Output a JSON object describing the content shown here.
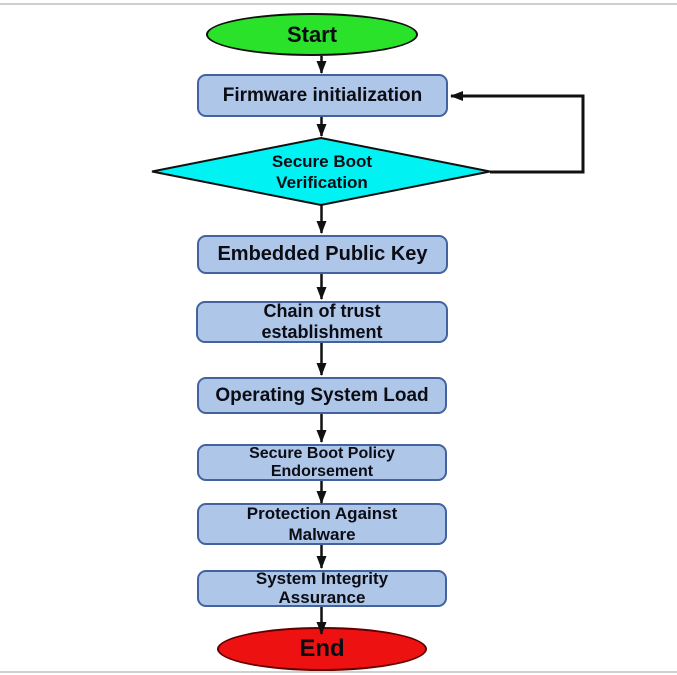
{
  "colors": {
    "background": "#ffffff",
    "frame_line": "#cfcfcf",
    "line": "#111111",
    "text": "#0c0c14",
    "process_fill": "#aec6e8",
    "process_border": "#44639e",
    "start_fill": "#2be22b",
    "start_border": "#111111",
    "decision_fill": "#00f2f2",
    "decision_border": "#111111",
    "end_fill": "#ee1111",
    "end_border": "#5e0000"
  },
  "flowchart": {
    "type": "flowchart",
    "direction": "top-down",
    "nodes": {
      "start": {
        "label": "Start",
        "shape": "terminator"
      },
      "firmware": {
        "label": "Firmware initialization",
        "shape": "process"
      },
      "verification": {
        "label": "Secure Boot\nVerification",
        "shape": "decision"
      },
      "embedded_key": {
        "label": "Embedded Public Key",
        "shape": "process"
      },
      "chain_of_trust": {
        "label": "Chain of trust\nestablishment",
        "shape": "process"
      },
      "os_load": {
        "label": "Operating System Load",
        "shape": "process"
      },
      "policy": {
        "label": "Secure Boot Policy\nEndorsement",
        "shape": "process"
      },
      "malware": {
        "label": "Protection Against\nMalware",
        "shape": "process"
      },
      "integrity": {
        "label": "System Integrity\nAssurance",
        "shape": "process"
      },
      "end": {
        "label": "End",
        "shape": "terminator"
      }
    },
    "edges": [
      {
        "from": "start",
        "to": "firmware"
      },
      {
        "from": "firmware",
        "to": "verification"
      },
      {
        "from": "verification",
        "to": "embedded_key"
      },
      {
        "from": "embedded_key",
        "to": "chain_of_trust"
      },
      {
        "from": "chain_of_trust",
        "to": "os_load"
      },
      {
        "from": "os_load",
        "to": "policy"
      },
      {
        "from": "policy",
        "to": "malware"
      },
      {
        "from": "malware",
        "to": "integrity"
      },
      {
        "from": "integrity",
        "to": "end"
      },
      {
        "from": "verification",
        "to": "firmware",
        "note": "feedback loop via right side"
      }
    ]
  }
}
